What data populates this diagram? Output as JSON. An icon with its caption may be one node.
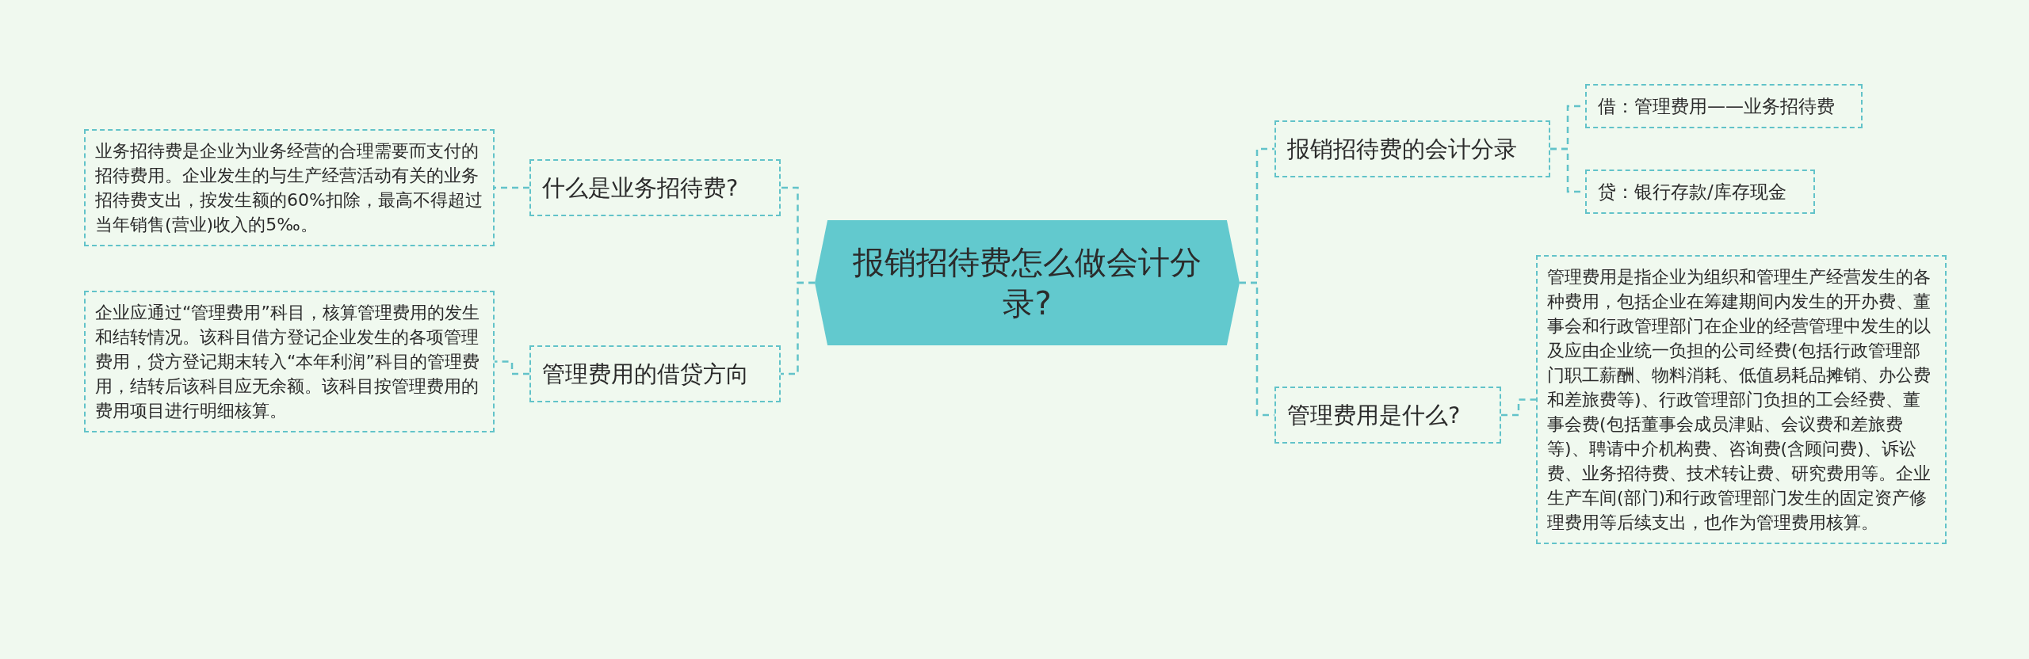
{
  "diagram": {
    "nodes": [
      {
        "text": [
          "报销招待费怎么做会计分录?"
        ]
      },
      {
        "text": [
          "报销招待费的会计分录"
        ]
      },
      {
        "text": [
          "借：管理费用——业务招待费"
        ]
      },
      {
        "text": [
          "贷：银行存款/库存现金"
        ]
      },
      {
        "text": [
          "管理费用是什么?"
        ]
      },
      {
        "text": [
          "管理费用是指企业为组织和管理生产经营发生的各种费用，包括企业在筹建期间内发生的开办费、董事会和行政管理部门在企业的经营管理中发生的以及应由企业统一负担的公司经费(包括行政管理部门职工薪酬、物料消耗、低值易耗品摊销、办公费和差旅费等)、行政管理部门负担的工会经费、董事会费(包括董事会成员津贴、会议费和差旅费等)、聘请中介机构费、咨询费(含顾问费)、诉讼费、业务招待费、技术转让费、研究费用等。企业生产车间(部门)和行政管理部门发生的固定资产修理费用等后续支出，也作为管理费用核算。"
        ]
      },
      {
        "text": [
          "什么是业务招待费?"
        ]
      },
      {
        "text": [
          "业务招待费是企业为业务经营的合理需要而支付的招待费用。企业发生的与生产经营活动有关的业务招待费支出，按发生额的60%扣除，最高不得超过当年销售(营业)收入的5‰。"
        ]
      },
      {
        "text": [
          "管理费用的借贷方向"
        ]
      },
      {
        "text": [
          "企业应通过“管理费用”科目，核算管理费用的发生和结转情况。该科目借方登记企业发生的各项管理费用，贷方登记期末转入“本年利润”科目的管理费用，结转后该科目应无余额。该科目按管理费用的费用项目进行明细核算。"
        ]
      }
    ],
    "edges": [
      {
        "from": 0,
        "to": 1,
        "arrow": "none"
      },
      {
        "from": 1,
        "to": 2,
        "arrow": "none"
      },
      {
        "from": 1,
        "to": 3,
        "arrow": "none"
      },
      {
        "from": 0,
        "to": 4,
        "arrow": "none"
      },
      {
        "from": 4,
        "to": 5,
        "arrow": "none"
      },
      {
        "from": 0,
        "to": 6,
        "arrow": "none"
      },
      {
        "from": 6,
        "to": 7,
        "arrow": "none"
      },
      {
        "from": 0,
        "to": 8,
        "arrow": "none"
      },
      {
        "from": 8,
        "to": 9,
        "arrow": "none"
      }
    ]
  }
}
